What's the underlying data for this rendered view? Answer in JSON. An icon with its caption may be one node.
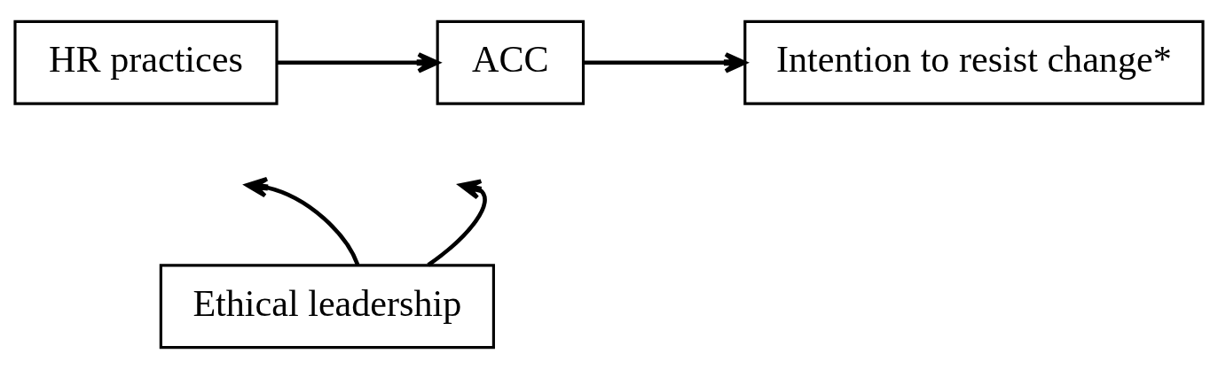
{
  "diagram": {
    "nodes": [
      {
        "text": [
          "HR practices"
        ]
      },
      {
        "text": [
          "ACC"
        ]
      },
      {
        "text": [
          "Intention to resist change*"
        ]
      },
      {
        "text": [
          "Ethical leadership"
        ]
      }
    ],
    "edges": [
      {
        "from": 0,
        "to": 1,
        "arrow": "to"
      },
      {
        "from": 1,
        "to": 2,
        "arrow": "to"
      },
      {
        "from": 3,
        "to": null,
        "arrow": "to"
      },
      {
        "from": 3,
        "to": null,
        "arrow": "to"
      }
    ]
  }
}
